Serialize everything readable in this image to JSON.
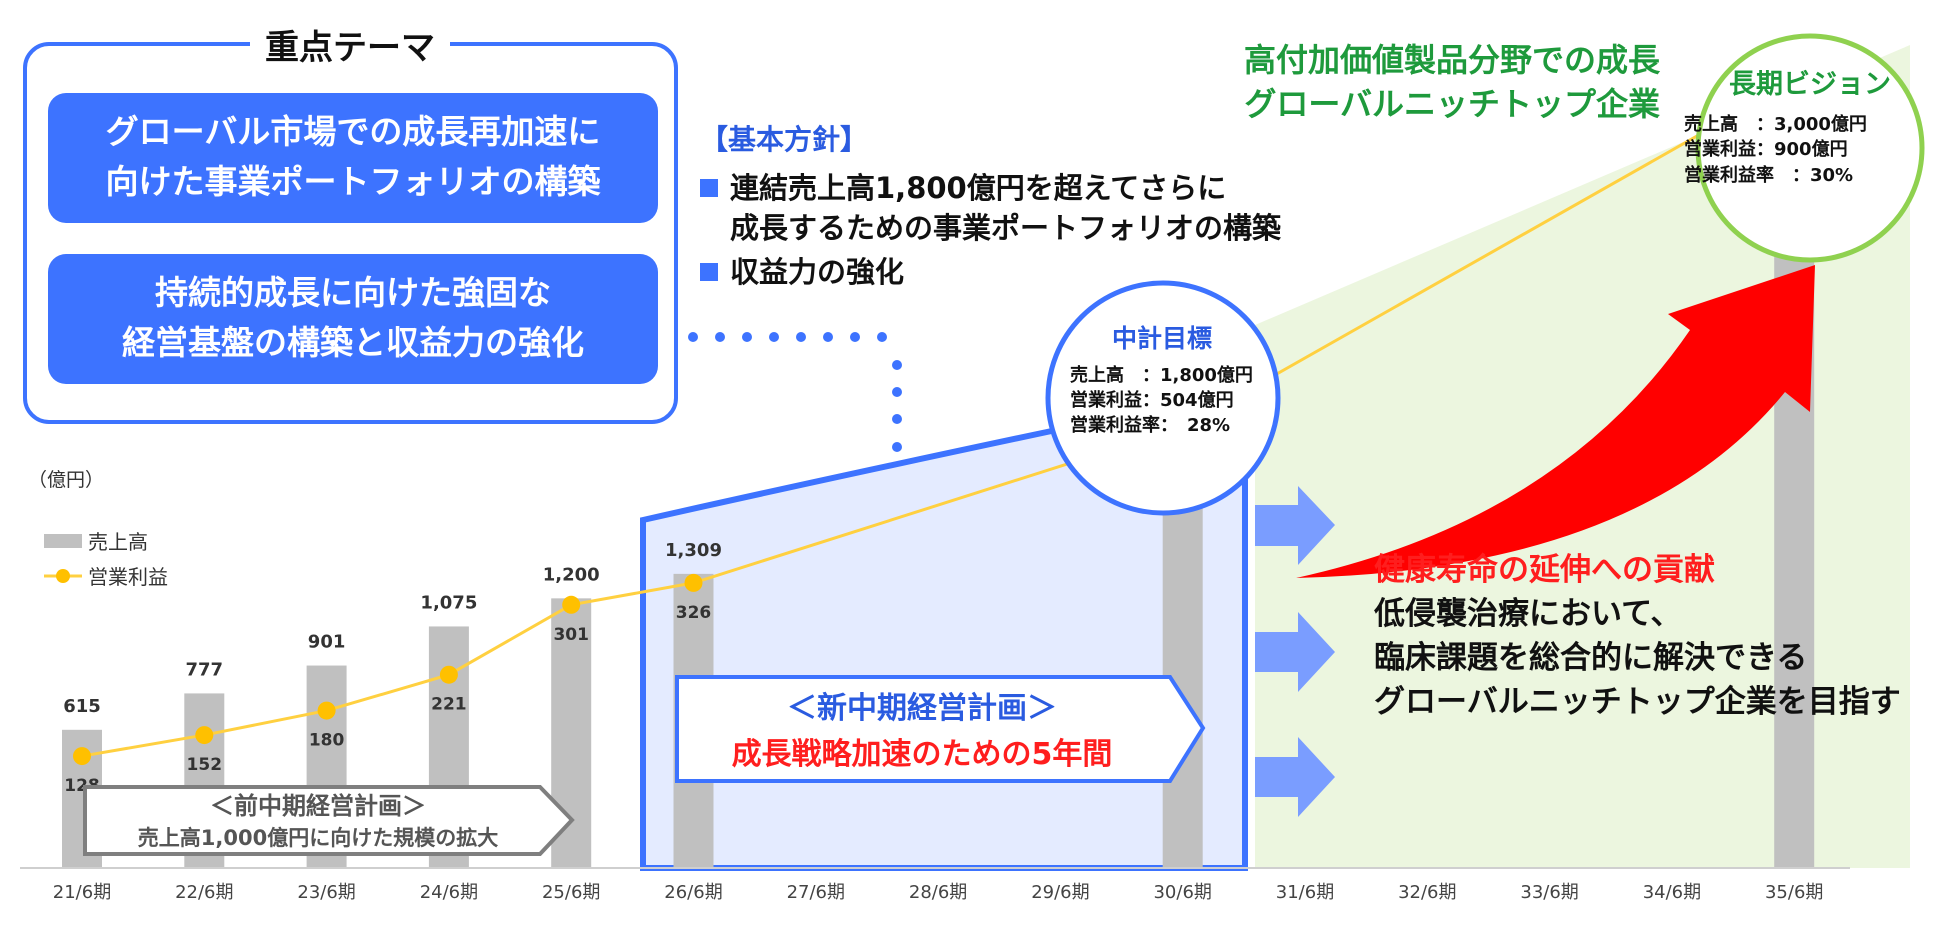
{
  "unit_label": "（億円）",
  "legend": {
    "sales": "売上高",
    "profit": "営業利益"
  },
  "themes": {
    "title": "重点テーマ",
    "box1": [
      "グローバル市場での成長再加速に",
      "向けた事業ポートフォリオの構築"
    ],
    "box2": [
      "持続的成長に向けた強固な",
      "経営基盤の構築と収益力の強化"
    ]
  },
  "policy": {
    "heading": "【基本方針】",
    "item1": [
      "連結売上高1,800億円を超えてさらに",
      "成長するための事業ポートフォリオの構築"
    ],
    "item2": "収益力の強化"
  },
  "green_headline": [
    "高付加価値製品分野での成長",
    "グローバルニッチトップ企業"
  ],
  "midterm_target": {
    "title": "中計目標",
    "lines": [
      "売上高　：1,800億円",
      "営業利益：504億円",
      "営業利益率：　28%"
    ]
  },
  "long_vision": {
    "title": "長期ビジョン",
    "lines": [
      "売上高　：3,000億円",
      "営業利益：900億円",
      "営業利益率　：30%"
    ]
  },
  "health": {
    "headline": "健康寿命の延伸への貢献",
    "lines": [
      "低侵襲治療において、",
      "臨床課題を総合的に解決できる",
      "グローバルニッチトップ企業を目指す"
    ]
  },
  "new_plan": {
    "title": "＜新中期経営計画＞",
    "subtitle": "成長戦略加速のための5年間"
  },
  "prev_plan": {
    "title": "＜前中期経営計画＞",
    "subtitle": "売上高1,000億円に向けた規模の拡大"
  },
  "chart_data": {
    "type": "bar",
    "categories": [
      "21/6期",
      "22/6期",
      "23/6期",
      "24/6期",
      "25/6期",
      "26/6期",
      "27/6期",
      "28/6期",
      "29/6期",
      "30/6期",
      "31/6期",
      "32/6期",
      "33/6期",
      "34/6期",
      "35/6期"
    ],
    "series": [
      {
        "name": "売上高",
        "type": "bar",
        "values": [
          615,
          777,
          901,
          1075,
          1200,
          1309,
          null,
          null,
          null,
          1800,
          null,
          null,
          null,
          null,
          3000
        ]
      },
      {
        "name": "営業利益",
        "type": "line",
        "values": [
          128,
          152,
          180,
          221,
          301,
          326,
          null,
          null,
          null,
          504,
          null,
          null,
          null,
          null,
          900
        ]
      }
    ],
    "bar_labels": [
      "615",
      "777",
      "901",
      "1,075",
      "1,200",
      "1,309"
    ],
    "line_labels": [
      "128",
      "152",
      "180",
      "221",
      "301",
      "326"
    ],
    "colors": {
      "bar": "#c0c0c0",
      "line": "#ffd040",
      "marker": "#ffc000",
      "accent": "#3d73ff",
      "green": "#1e9a3c",
      "red": "#ff0000"
    }
  }
}
